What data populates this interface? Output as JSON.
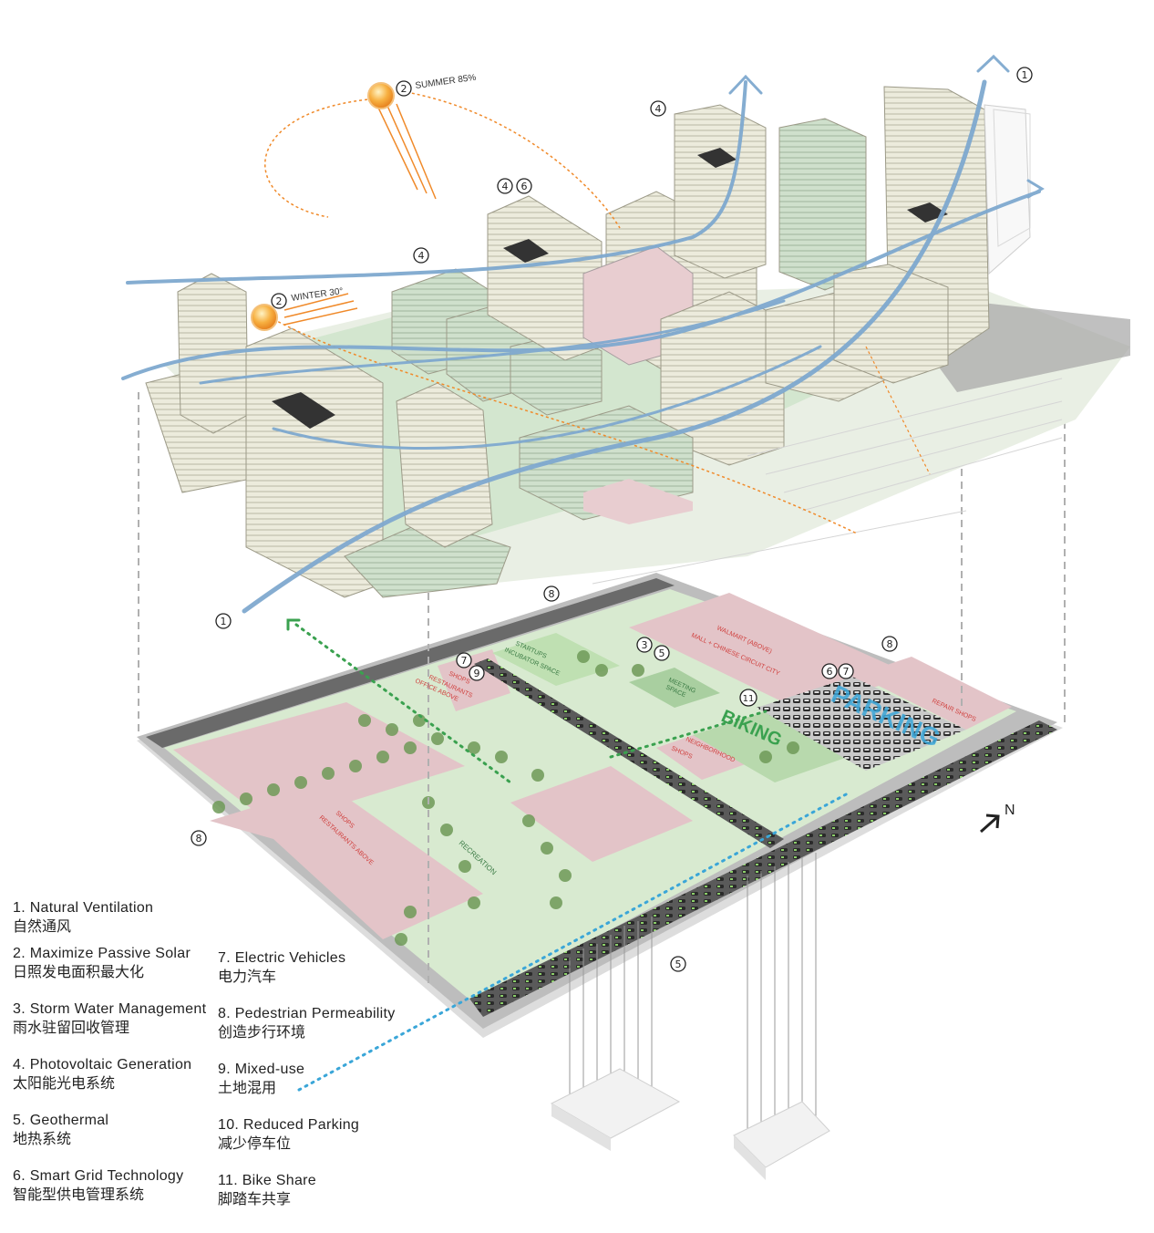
{
  "annotations": {
    "summer": "SUMMER 85%",
    "winter": "WINTER 30°",
    "north": "N",
    "parking": "PARKING",
    "biking": "BIKING",
    "walmart": "WALMART (ABOVE)",
    "mall": "MALL + CHINESE CIRCUIT CITY",
    "repair_shops": "REPAIR SHOPS",
    "startups": "STARTUPS",
    "incubator": "INCUBATOR SPACE",
    "meeting": "MEETING",
    "space": "SPACE",
    "neighborhood": "NEIGHBORHOOD",
    "neighborhood_shops": "SHOPS",
    "shops_a": "SHOPS",
    "restaurants_a": "RESTAURANTS",
    "office_above": "OFFICE ABOVE",
    "shops_b": "SHOPS",
    "restaurants_above": "RESTAURANTS ABOVE",
    "recreation": "RECREATION"
  },
  "markers": {
    "m1_top": "1",
    "m1_bottom": "1",
    "m2_summer": "2",
    "m2_winter": "2",
    "m4_a": "4",
    "m4_b": "4",
    "m4_c": "4",
    "m6_a": "6",
    "m8_a": "8",
    "m8_b": "8",
    "m8_c": "8",
    "m3": "3",
    "m5_a": "5",
    "m5_b": "5",
    "m7_a": "7",
    "m9": "9",
    "m6_b": "6",
    "m7_b": "7",
    "m11": "11"
  },
  "legend": [
    {
      "en": "1. Natural Ventilation",
      "zh": "自然通风"
    },
    {
      "en": "2. Maximize Passive Solar",
      "zh": "日照发电面积最大化"
    },
    {
      "en": "3. Storm Water Management",
      "zh": "雨水驻留回收管理"
    },
    {
      "en": "4. Photovoltaic Generation",
      "zh": "太阳能光电系统"
    },
    {
      "en": "5. Geothermal",
      "zh": "地热系统"
    },
    {
      "en": "6. Smart Grid Technology",
      "zh": "智能型供电管理系统"
    },
    {
      "en": "7. Electric Vehicles",
      "zh": "电力汽车"
    },
    {
      "en": "8. Pedestrian Permeability",
      "zh": "创造步行环境"
    },
    {
      "en": "9. Mixed-use",
      "zh": "土地混用"
    },
    {
      "en": "10. Reduced Parking",
      "zh": "减少停车位"
    },
    {
      "en": "11. Bike Share",
      "zh": "脚踏车共享"
    }
  ],
  "colors": {
    "ventilation": "#7fa9cf",
    "solar": "#f08a2a",
    "retail": "#e3c4c8",
    "green": "#cfe6c3",
    "street": "#4a4a4a",
    "accent_green": "#3aa14f",
    "accent_blue": "#3aa6d8",
    "text_red": "#d0403e"
  }
}
